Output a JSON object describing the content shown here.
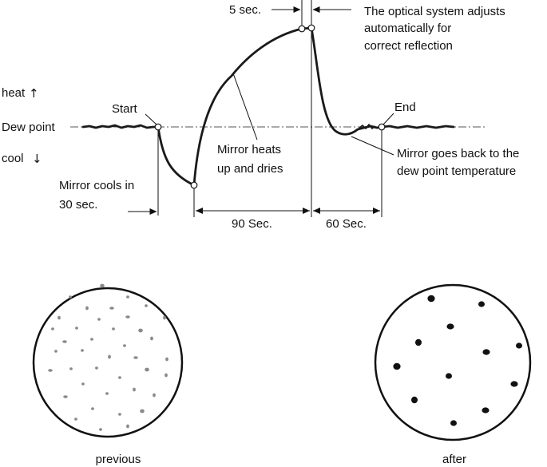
{
  "labels": {
    "heat": "heat",
    "heat_arrow": "↑",
    "dew_point": "Dew point",
    "cool": "cool",
    "cool_arrow": "↓",
    "start": "Start",
    "end": "End",
    "five_sec": "5 sec.",
    "optical_line1": "The optical system adjusts",
    "optical_line2": "automatically for",
    "optical_line3": "correct reflection",
    "heats_line1": "Mirror heats",
    "heats_line2": "up and dries",
    "cools_line1": "Mirror cools in",
    "cools_line2": "30 sec.",
    "back_line1": "Mirror goes back to the",
    "back_line2": "dew point temperature",
    "ninety_sec": "90 Sec.",
    "sixty_sec": "60 Sec."
  },
  "panels": [
    {
      "caption": "previous",
      "droplets": "many-small"
    },
    {
      "caption": "after",
      "droplets": "few-large"
    }
  ],
  "colors": {
    "ink": "#111111",
    "curve": "#1a1a1a",
    "dashdot": "#555555",
    "droplet_small": "#8a8a8a",
    "droplet_large": "#111111"
  }
}
